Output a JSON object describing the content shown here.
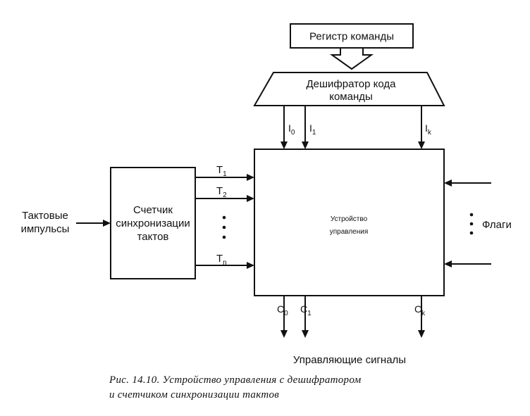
{
  "blocks": {
    "register": "Регистр команды",
    "decoder": [
      "Дешифратор кода",
      "команды"
    ],
    "counter": [
      "Счетчик",
      "синхронизации",
      "тактов"
    ],
    "control_unit": [
      "Устройство",
      "управления"
    ]
  },
  "inputs": {
    "clock": [
      "Тактовые",
      "импульсы"
    ],
    "flags": "Флаги"
  },
  "decoder_outputs": [
    {
      "base": "I",
      "sub": "0"
    },
    {
      "base": "I",
      "sub": "1"
    },
    {
      "base": "I",
      "sub": "k"
    }
  ],
  "counter_outputs": [
    {
      "base": "T",
      "sub": "1"
    },
    {
      "base": "T",
      "sub": "2"
    },
    {
      "base": "T",
      "sub": "n"
    }
  ],
  "control_outputs": [
    {
      "base": "C",
      "sub": "0"
    },
    {
      "base": "C",
      "sub": "1"
    },
    {
      "base": "C",
      "sub": "k"
    }
  ],
  "outputs_label": "Управляющие сигналы",
  "caption": [
    "Рис. 14.10. Устройство управления с дешифратором",
    "и счетчиком синхронизации тактов"
  ]
}
